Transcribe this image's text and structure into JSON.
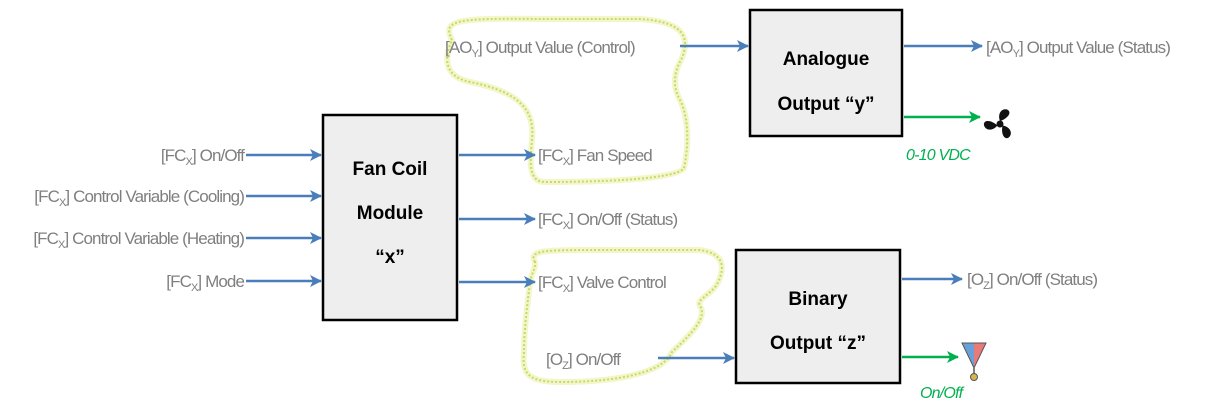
{
  "colors": {
    "arrow": "#4a7ebb",
    "output": "#00b050",
    "label": "#7f7f7f",
    "highlight": "#c8d86a"
  },
  "modules": {
    "fan_coil": {
      "line1": "Fan Coil",
      "line2": "Module",
      "line3": "“x”"
    },
    "analogue": {
      "line1": "Analogue",
      "line2": "Output “y”"
    },
    "binary": {
      "line1": "Binary",
      "line2": "Output “z”"
    }
  },
  "inputs": {
    "onoff": {
      "pre": "[FC",
      "sub": "X",
      "post": "] On/Off"
    },
    "cooling": {
      "pre": "[FC",
      "sub": "X",
      "post": "] Control Variable (Cooling)"
    },
    "heating": {
      "pre": "[FC",
      "sub": "X",
      "post": "] Control Variable (Heating)"
    },
    "mode": {
      "pre": "[FC",
      "sub": "X",
      "post": "] Mode"
    }
  },
  "fc_outputs": {
    "fan_speed": {
      "pre": "[FC",
      "sub": "X",
      "post": "] Fan Speed"
    },
    "onoff_status": {
      "pre": "[FC",
      "sub": "X",
      "post": "] On/Off  (Status)"
    },
    "valve_control": {
      "pre": "[FC",
      "sub": "X",
      "post": "] Valve Control"
    }
  },
  "ao": {
    "control": {
      "pre": "[AO",
      "sub": "Y",
      "post": "] Output Value (Control)"
    },
    "status": {
      "pre": "[AO",
      "sub": "Y",
      "post": "] Output Value (Status)"
    },
    "signal": "0-10 VDC",
    "device_icon": "fan-icon"
  },
  "bo": {
    "control": {
      "pre": "[O",
      "sub": "Z",
      "post": "] On/Off"
    },
    "status": {
      "pre": "[O",
      "sub": "Z",
      "post": "] On/Off (Status)"
    },
    "signal": "On/Off",
    "device_icon": "valve-icon"
  }
}
